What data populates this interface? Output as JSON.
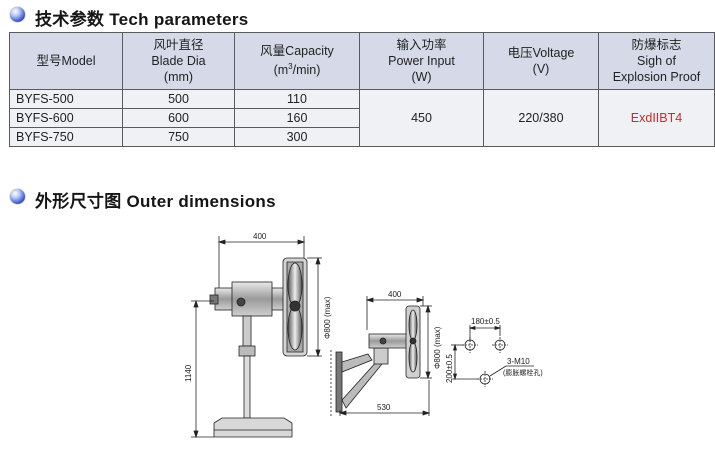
{
  "tech_section": {
    "title": "技术参数 Tech parameters"
  },
  "table": {
    "headers": {
      "model": "型号Model",
      "blade_line1": "风叶直径",
      "blade_line2": "Blade Dia",
      "blade_line3": "(mm)",
      "capacity_line1": "风量Capacity",
      "capacity_line2_pre": "(m",
      "capacity_sup": "3",
      "capacity_line2_post": "/min)",
      "power_line1": "输入功率",
      "power_line2": "Power Input",
      "power_line3": "(W)",
      "voltage_line1": "电压Voltage",
      "voltage_line2": "(V)",
      "proof_line1": "防爆标志",
      "proof_line2": "Sigh of",
      "proof_line3": "Explosion Proof"
    },
    "rows": [
      {
        "model": "BYFS-500",
        "blade": "500",
        "capacity": "110"
      },
      {
        "model": "BYFS-600",
        "blade": "600",
        "capacity": "160"
      },
      {
        "model": "BYFS-750",
        "blade": "750",
        "capacity": "300"
      }
    ],
    "shared": {
      "power": "450",
      "voltage": "220/380",
      "proof": "ExdIIBT4"
    },
    "colors": {
      "header_bg": "#d6dae8",
      "cell_bg": "#f0f1f5",
      "proof_text": "#d12828"
    }
  },
  "outer_section": {
    "title": "外形尺寸图 Outer dimensions"
  },
  "drawing": {
    "stand_width": "400",
    "stand_dia": "Φ800 (max)",
    "stand_height": "1140",
    "wall_width": "400",
    "wall_dia": "Φ800 (max)",
    "wall_depth": "530",
    "hole_spacing_h": "180±0.5",
    "hole_spacing_v": "200±0.5",
    "bolt_note": "3-M10",
    "bolt_note_sub": "(膨胀螺栓孔)"
  }
}
